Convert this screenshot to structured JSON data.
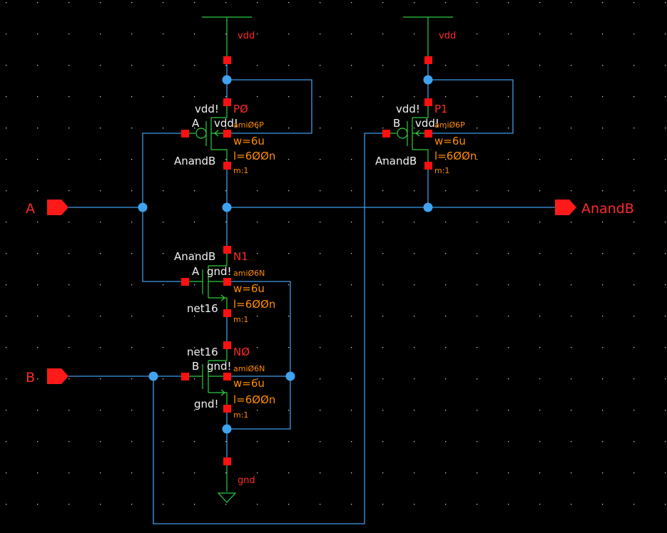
{
  "colors": {
    "background": "#000000",
    "wire": "#3f9be8",
    "device": "#2ecc40",
    "terminal": "#ff1010",
    "net_label": "#ff2a2a",
    "param_label": "#ff8c00",
    "inst_pin_label": "#f2f2f2"
  },
  "supplies": {
    "vdd_left": "vdd",
    "vdd_right": "vdd",
    "gnd": "gnd"
  },
  "pins": {
    "input_a": "A",
    "input_b": "B",
    "output": "AnandB"
  },
  "devices": {
    "p0": {
      "inst": "PØ",
      "model": "amiØ6P",
      "w": "w=6u",
      "l": "l=6ØØn",
      "m": "m:1",
      "gate": "A",
      "bulk": "vdd!",
      "source": "vdd!",
      "drain": "AnandB"
    },
    "p1": {
      "inst": "P1",
      "model": "amiØ6P",
      "w": "w=6u",
      "l": "l=6ØØn",
      "m": "m:1",
      "gate": "B",
      "bulk": "vdd!",
      "source": "vdd!",
      "drain": "AnandB"
    },
    "n1": {
      "inst": "N1",
      "model": "amiØ6N",
      "w": "w=6u",
      "l": "l=6ØØn",
      "m": "m:1",
      "gate": "A",
      "bulk": "gnd!",
      "drain": "AnandB",
      "source": "net16"
    },
    "n0": {
      "inst": "NØ",
      "model": "amiØ6N",
      "w": "w=6u",
      "l": "l=6ØØn",
      "m": "m:1",
      "gate": "B",
      "bulk": "gnd!",
      "drain": "net16",
      "source": "gnd!"
    }
  }
}
